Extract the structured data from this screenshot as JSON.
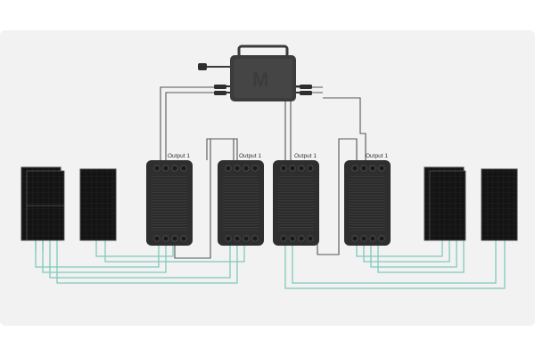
{
  "diagram": {
    "microinverter": {
      "logo_letter": "M"
    },
    "optimizers": [
      {
        "output_label": "Output 1"
      },
      {
        "output_label": "Output 1"
      },
      {
        "output_label": "Output 1"
      },
      {
        "output_label": "Output 1"
      }
    ],
    "solar_panel_count": 6,
    "colors": {
      "background": "#f2f2f2",
      "device_body": "#2e2e2e",
      "panel_cell": "#141414",
      "dc_wire": "#7fc9bb",
      "ac_wire": "#555555"
    }
  }
}
